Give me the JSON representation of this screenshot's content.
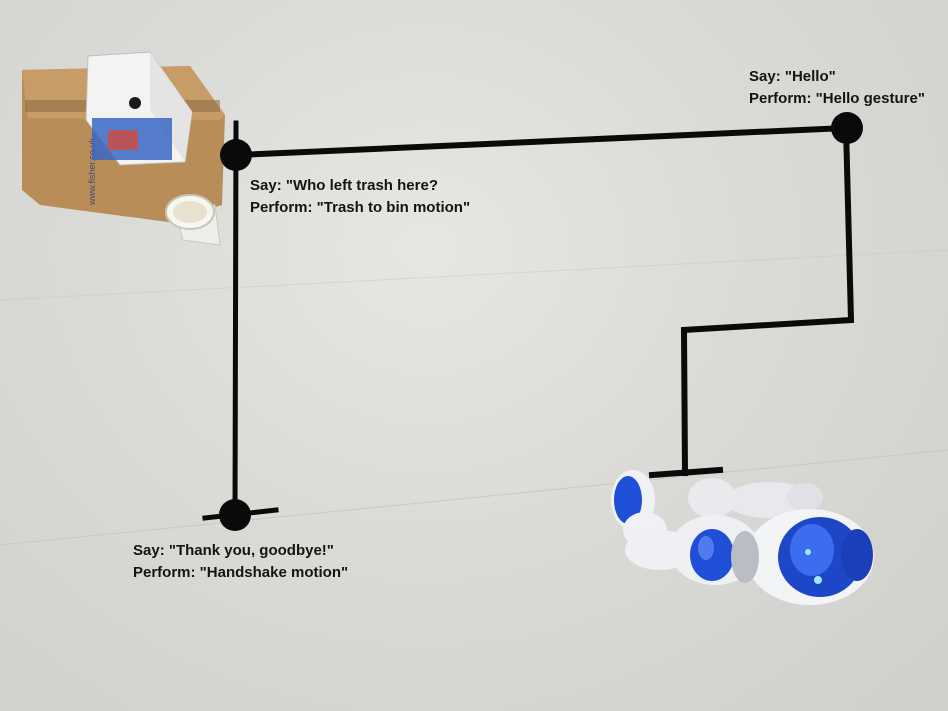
{
  "waypoints": [
    {
      "say": "Say: \"Who left trash here?",
      "perform": "Perform: \"Trash to bin motion\""
    },
    {
      "say": "Say: \"Hello\"",
      "perform": "Perform: \"Hello gesture\""
    },
    {
      "say": "Say: \"Thank you, goodbye!\"",
      "perform": "Perform: \"Handshake motion\""
    }
  ],
  "colors": {
    "path": "#0a0a0a",
    "floor": "#d9d9d6",
    "robot_blue": "#1f4fd6",
    "robot_white": "#f2f3f5",
    "cardboard": "#b98d57"
  }
}
